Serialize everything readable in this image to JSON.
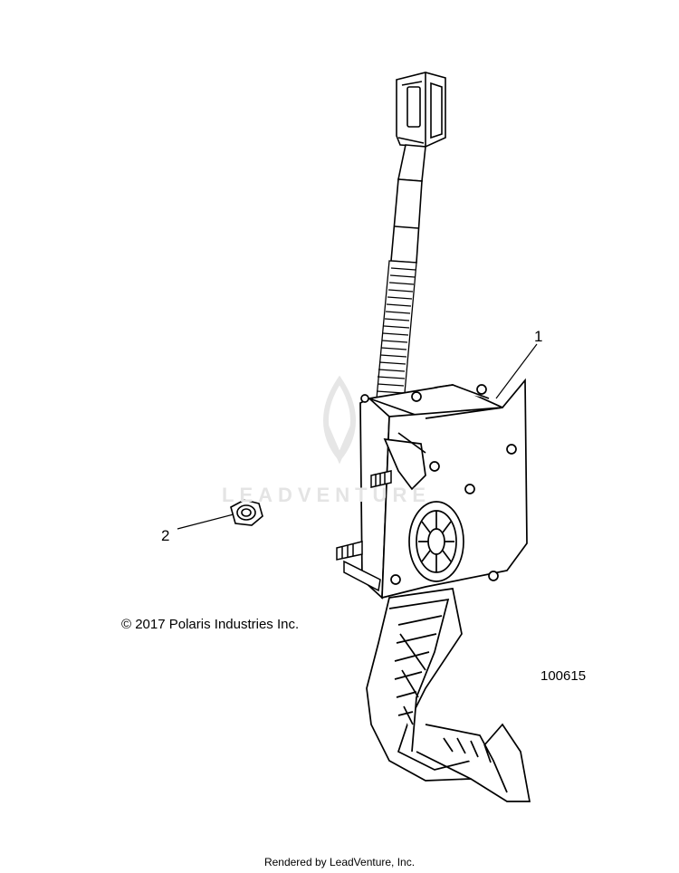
{
  "callouts": {
    "one": "1",
    "two": "2"
  },
  "copyright": "© 2017 Polaris Industries Inc.",
  "figure_number": "100615",
  "footer": "Rendered by LeadVenture, Inc.",
  "watermark": "LEADVENTURE",
  "colors": {
    "line": "#000000",
    "watermark": "#e4e4e4",
    "background": "#ffffff"
  }
}
